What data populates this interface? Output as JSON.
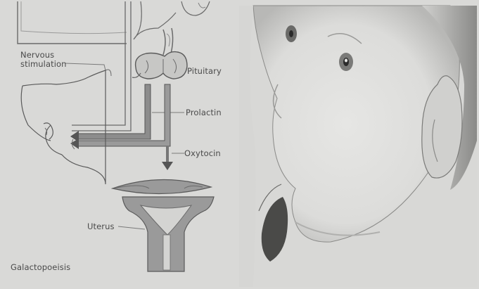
{
  "labels": {
    "nervous_stimulation": "Nervous stimulation",
    "pituitary": "Pituitary",
    "prolactin": "Prolactin",
    "oxytocin": "Oxytocin",
    "uterus": "Uterus",
    "caption": "Galactopoeisis"
  },
  "colors": {
    "paper": "#d9d9d7",
    "ink": "#4a4a4a",
    "arrow_fill": "#8c8c8c",
    "uterus_fill": "#9a9a9a"
  }
}
